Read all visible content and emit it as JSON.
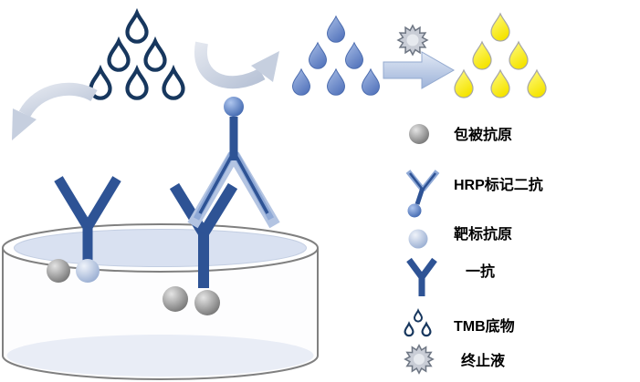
{
  "legend": {
    "items": [
      {
        "name": "coated-antigen",
        "label": "包被抗原"
      },
      {
        "name": "hrp-secondary-antibody",
        "label": "HRP标记二抗"
      },
      {
        "name": "target-antigen",
        "label": "靶标抗原"
      },
      {
        "name": "primary-antibody",
        "label": "一抗"
      },
      {
        "name": "tmb-substrate",
        "label": "TMB底物"
      },
      {
        "name": "stop-solution",
        "label": "终止液"
      }
    ]
  },
  "icons": {
    "tmb-droplet-icon": "teardrop with dark blue outline, white fill",
    "reaction-droplet-icon": "teardrop with medium blue fill",
    "stopped-droplet-icon": "teardrop with yellow fill",
    "stop-solution-burst-icon": "gray starburst",
    "coated-antigen-icon": "gray sphere",
    "target-antigen-icon": "light blue sphere",
    "hrp-enzyme-icon": "medium blue sphere",
    "primary-antibody-icon": "dark blue Y shape",
    "secondary-antibody-icon": "steel blue layered inverted Y with blue sphere",
    "curved-arrow-icon": "pale blue-gray swoosh arrow",
    "right-arrow-icon": "light blue block arrow",
    "well-plate-icon": "white cylindrical dish with pale blue liquid"
  },
  "colors": {
    "droplet_outline_blue": "#17375E",
    "droplet_fill_blue": "#5878BE",
    "droplet_fill_yellow": "#F5E400",
    "antibody_dark_blue": "#2E5395",
    "antibody_steel_blue": "#8FA9D6",
    "hrp_sphere_blue": "#3A62AC",
    "coated_antigen_gray": "#6F6F6F",
    "target_antigen_light_blue": "#93A9CF",
    "liquid_fill": "#D9E1F1",
    "arrow_fill": "#C6CFDF",
    "burst_gray": "#C9CDD6",
    "dish_outline_gray": "#808080",
    "label_text": "#000000"
  }
}
